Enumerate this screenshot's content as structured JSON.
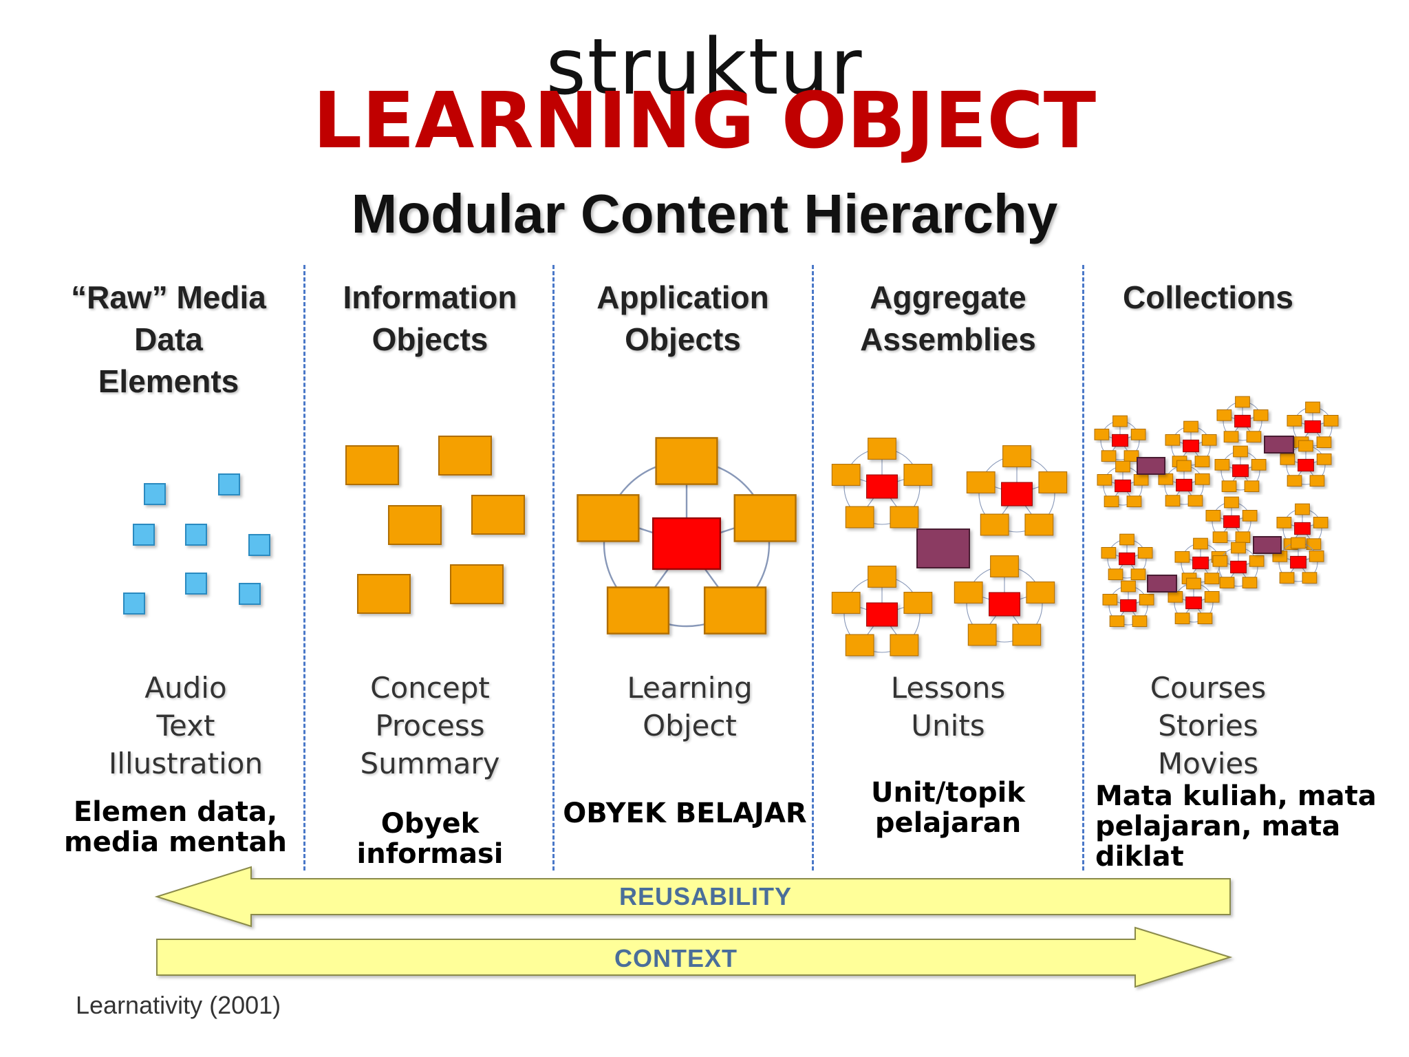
{
  "slide": {
    "title_top": "struktur",
    "title_main": "LEARNING OBJECT"
  },
  "panel": {
    "title": "Modular Content Hierarchy",
    "citation": "Learnativity (2001)"
  },
  "columns": [
    {
      "heading": [
        "“Raw” Media",
        "Data",
        "Elements"
      ],
      "examples": [
        "Audio",
        "Text",
        "Illustration"
      ],
      "translation": [
        "Elemen data,",
        "media mentah"
      ]
    },
    {
      "heading": [
        "Information",
        "Objects"
      ],
      "examples": [
        "Concept",
        "Process",
        "Summary"
      ],
      "translation": [
        "Obyek informasi"
      ]
    },
    {
      "heading": [
        "Application",
        "Objects"
      ],
      "examples": [
        "Learning",
        "Object"
      ],
      "translation": [
        "OBYEK BELAJAR"
      ]
    },
    {
      "heading": [
        "Aggregate",
        "Assemblies"
      ],
      "examples": [
        "Lessons",
        "Units"
      ],
      "translation": [
        "Unit/topik",
        "pelajaran"
      ]
    },
    {
      "heading": [
        "Collections"
      ],
      "examples": [
        "Courses",
        "Stories",
        "Movies"
      ],
      "translation": [
        "Mata kuliah, mata",
        "pelajaran, mata diklat"
      ]
    }
  ],
  "arrows": {
    "reusability": "REUSABILITY",
    "context": "CONTEXT"
  },
  "colors": {
    "title_red": "#c00000",
    "raw_blue": "#5bc0f0",
    "orange": "#f5a000",
    "core_red": "#ff0000",
    "maroon": "#8b3a62",
    "arrow_yellow": "#ffff99",
    "divider_blue": "#4a78c8"
  }
}
